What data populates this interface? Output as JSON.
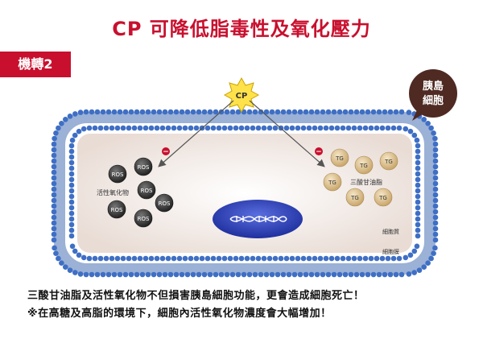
{
  "title": "CP 可降低脂毒性及氧化壓力",
  "badge": "機轉2",
  "cp_label": "CP",
  "pancreas_label_line1": "胰島",
  "pancreas_label_line2": "細胞",
  "ros_group_label": "活性氧化物",
  "ros_label": "ROS",
  "tg_group_label": "三酸甘油脂",
  "tg_label": "TG",
  "inhibit_symbol": "−",
  "membrane_labels": [
    "細胞質",
    "細胞膜"
  ],
  "captions": [
    "三酸甘油脂及活性氧化物不但損害胰島細胞功能，更會造成細胞死亡！",
    "※在高糖及高脂的環境下，細胞內活性氧化物濃度會大幅增加！"
  ],
  "colors": {
    "accent": "#c8102e",
    "membrane_blue": "#3f6fc4",
    "ros_dark": "#3a3a3a",
    "tg_tan": "#d9c08f",
    "nucleus": "#2a3fb5",
    "cytoplasm": "#efe4de",
    "speech_bubble": "#4e2a22"
  }
}
